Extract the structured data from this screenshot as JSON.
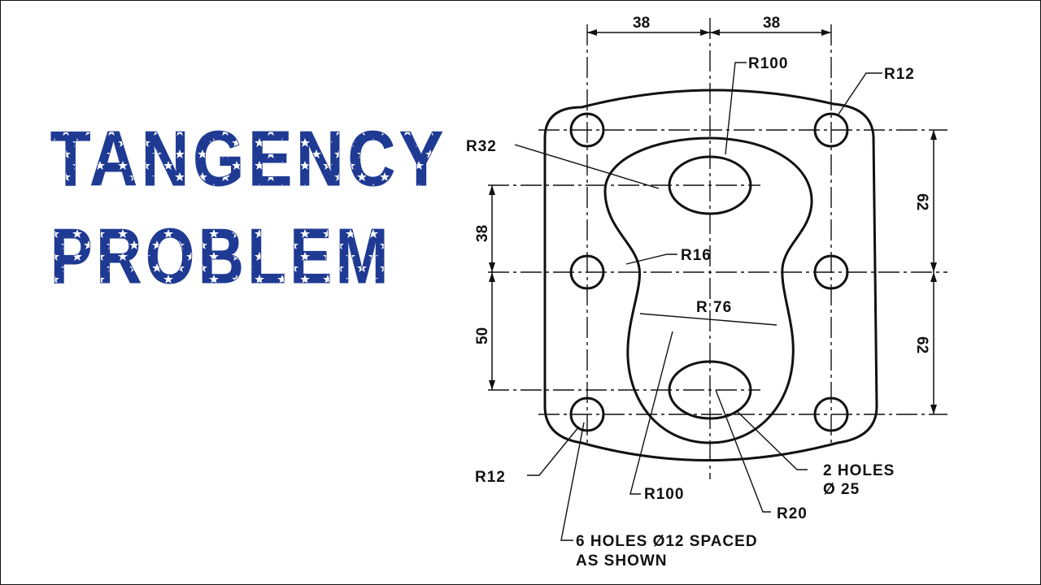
{
  "title": {
    "line1": "TANGENCY",
    "line2": "PROBLEM",
    "fill_color": "#1f3a93",
    "star_color": "#ffffff"
  },
  "drawing": {
    "dimensions": {
      "top_left": "38",
      "top_right": "38",
      "left_upper": "38",
      "left_lower": "50",
      "right_upper": "62",
      "right_lower": "62"
    },
    "labels": {
      "r100_top": "R100",
      "r12_top_right": "R12",
      "r32": "R32",
      "r16": "R16",
      "r76": "R 76",
      "r12_bottom_left": "R12",
      "r100_bottom": "R100",
      "r20": "R20",
      "holes_2_line1": "2 HOLES",
      "holes_2_line2": "Ø 25",
      "holes_6_line1": "6 HOLES Ø12 SPACED",
      "holes_6_line2": "AS SHOWN"
    }
  }
}
